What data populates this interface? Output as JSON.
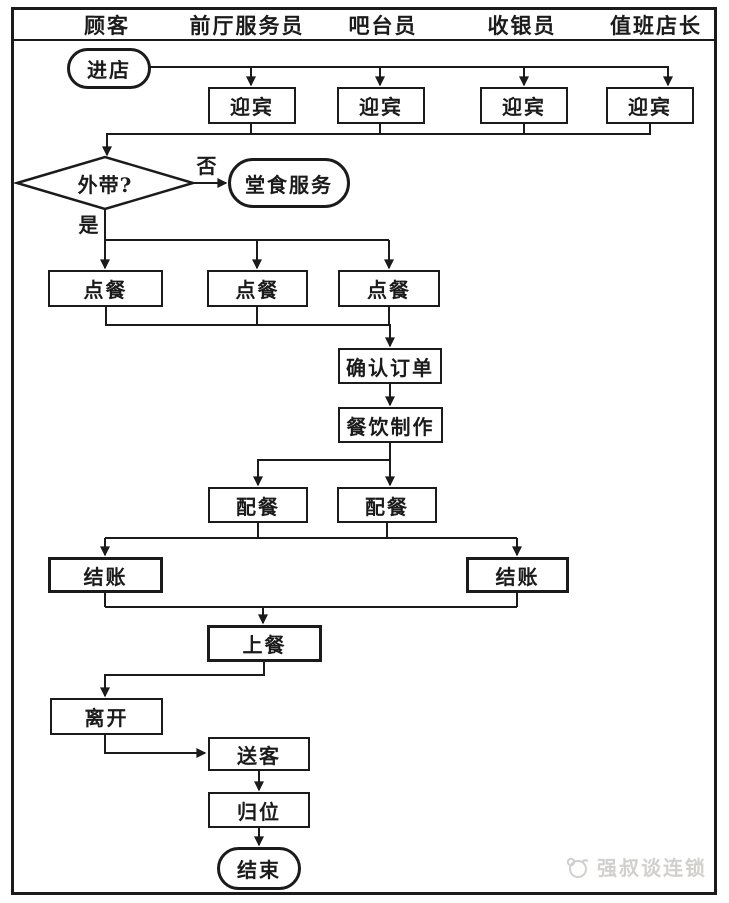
{
  "header": {
    "columns": [
      "顾客",
      "前厅服务员",
      "吧台员",
      "收银员",
      "值班店长"
    ]
  },
  "nodes": {
    "enter": "进店",
    "welcome_1": "迎宾",
    "welcome_2": "迎宾",
    "welcome_3": "迎宾",
    "welcome_4": "迎宾",
    "takeout_question": "外带?",
    "branch_no": "否",
    "branch_yes": "是",
    "dine_in": "堂食服务",
    "order_1": "点餐",
    "order_2": "点餐",
    "order_3": "点餐",
    "confirm_order": "确认订单",
    "food_preparation": "餐饮制作",
    "dispatch_1": "配餐",
    "dispatch_2": "配餐",
    "checkout_1": "结账",
    "checkout_2": "结账",
    "serve_food": "上餐",
    "leave": "离开",
    "see_off": "送客",
    "return_to_post": "归位",
    "end": "结束"
  },
  "watermark": {
    "text": "强叔谈连锁"
  },
  "colors": {
    "line": "#1b1b1b",
    "background": "#ffffff",
    "watermark": "#d2d0cd"
  }
}
